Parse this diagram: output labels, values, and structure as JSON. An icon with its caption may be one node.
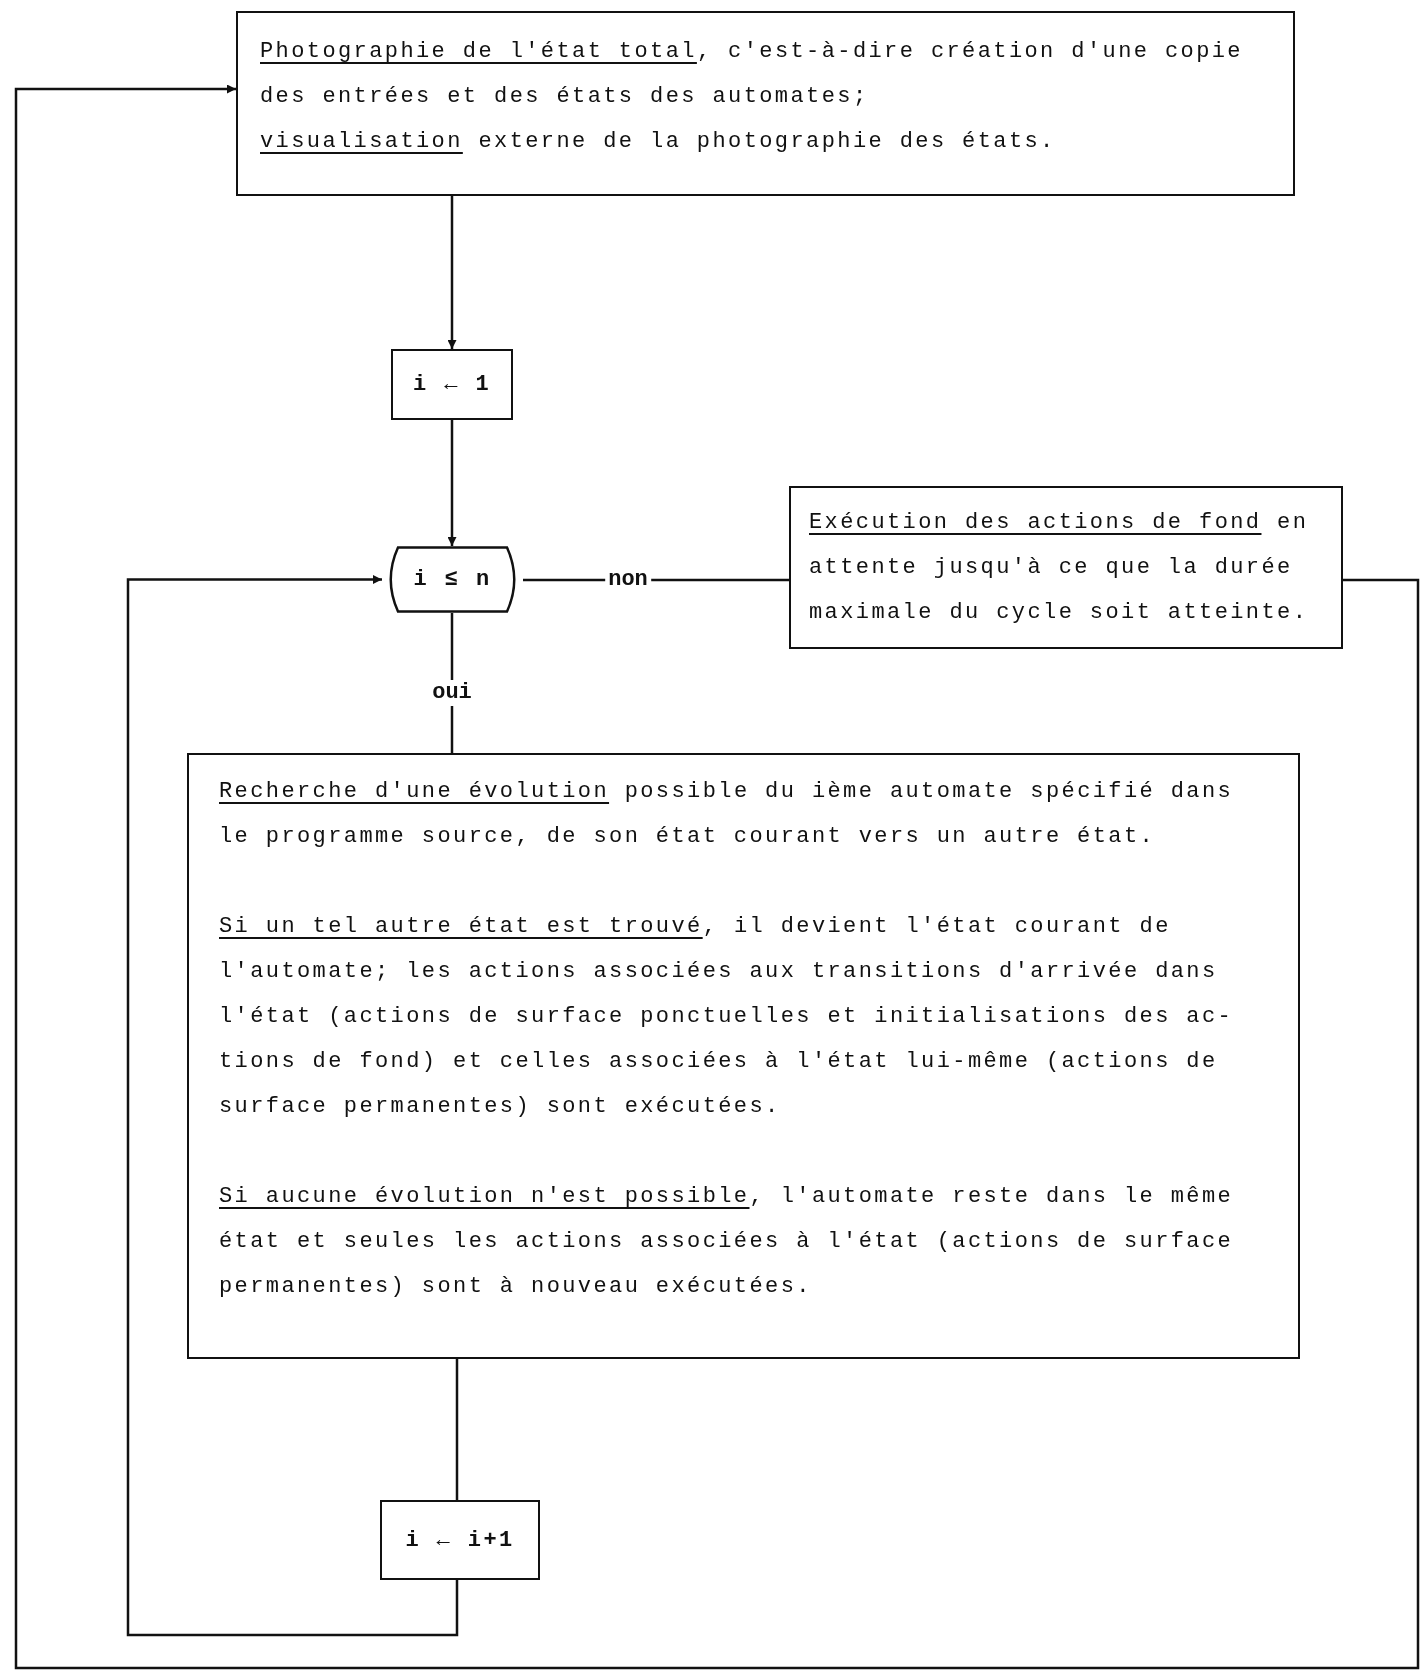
{
  "diagram": {
    "nodes": [
      {
        "text": [
          "**Photographie de l'état total**, c'est-à-dire création d'une copie des entrées et des états des automates;",
          "**visualisation** externe de la photographie des états."
        ]
      },
      {
        "text": [
          "i ← 1"
        ]
      },
      {
        "text": [
          "i ≤ n"
        ]
      },
      {
        "text": [
          "**Exécution des actions de fond** en attente jusqu'à ce que la durée maximale du cycle soit atteinte."
        ]
      },
      {
        "text": [
          "**Recherche d'une évolution** possible du ième automate spécifié dans le programme source, de son état courant vers un autre état.",
          "**Si un tel autre état est trouvé**, il devient l'état courant de l'automate; les actions associées aux transitions d'arrivée dans l'état (actions de surface ponctuelles et initialisations des ac- tions de fond) et celles associées à l'état lui-même (actions de surface permanentes) sont exécutées.",
          "**Si aucune évolution n'est possible**, l'automate reste dans le même état et seules les actions associées à l'état (actions de surface permanentes) sont à nouveau exécutées."
        ]
      },
      {
        "text": [
          "i ← i+1"
        ]
      }
    ],
    "edges": [
      {
        "from": 0,
        "to": 1,
        "arrow": "to"
      },
      {
        "from": 1,
        "to": 2,
        "arrow": "to"
      },
      {
        "from": 2,
        "to": 4,
        "arrow": "none",
        "label": "oui"
      },
      {
        "from": 2,
        "to": 3,
        "arrow": "none",
        "label": "non"
      },
      {
        "from": 4,
        "to": 5,
        "arrow": "none"
      },
      {
        "from": 5,
        "to": 2,
        "arrow": "to"
      },
      {
        "from": 3,
        "to": 0,
        "arrow": "to"
      }
    ]
  }
}
